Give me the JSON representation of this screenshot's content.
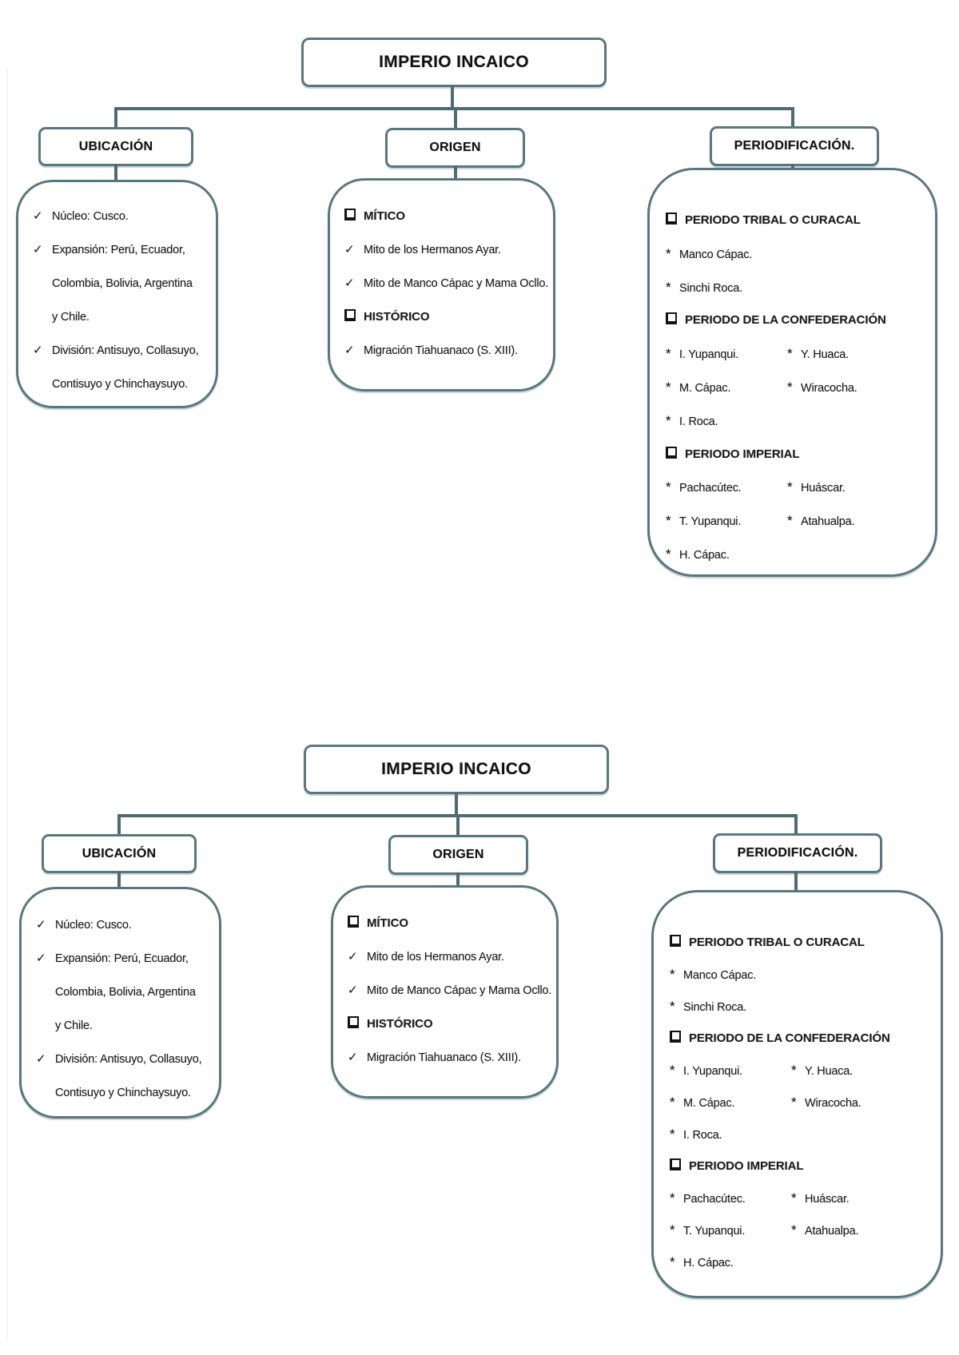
{
  "diagram": {
    "title": "IMPERIO INCAICO",
    "branches": [
      {
        "header": "UBICACIÓN",
        "items": [
          {
            "bullet": "check",
            "text": "Núcleo: Cusco."
          },
          {
            "bullet": "check",
            "text": "Expansión: Perú, Ecuador,"
          },
          {
            "bullet": "none",
            "text": "Colombia, Bolivia, Argentina"
          },
          {
            "bullet": "none",
            "text": "y Chile."
          },
          {
            "bullet": "check",
            "text": "División: Antisuyo, Collasuyo,"
          },
          {
            "bullet": "none",
            "text": "Contisuyo y Chinchaysuyo."
          }
        ]
      },
      {
        "header": "ORIGEN",
        "items": [
          {
            "bullet": "checkbox",
            "bold": true,
            "text": "MÍTICO"
          },
          {
            "bullet": "check",
            "text": "Mito de los Hermanos Ayar."
          },
          {
            "bullet": "check",
            "text": "Mito de Manco Cápac y Mama Ocllo."
          },
          {
            "bullet": "checkbox",
            "bold": true,
            "text": "HISTÓRICO"
          },
          {
            "bullet": "check",
            "text": "Migración Tiahuanaco (S. XIII)."
          }
        ]
      },
      {
        "header": "PERIODIFICACIÓN.",
        "items": [
          {
            "bullet": "checkbox",
            "bold": true,
            "text": "PERIODO TRIBAL O CURACAL"
          },
          {
            "bullet": "star",
            "text": "Manco Cápac."
          },
          {
            "bullet": "star",
            "text": "Sinchi Roca."
          },
          {
            "bullet": "checkbox",
            "bold": true,
            "text": "PERIODO DE LA CONFEDERACIÓN"
          },
          {
            "bullet": "star",
            "text": "I. Yupanqui.",
            "col2": {
              "bullet": "star",
              "text": "Y. Huaca."
            }
          },
          {
            "bullet": "star",
            "text": "M. Cápac.",
            "col2": {
              "bullet": "star",
              "text": "Wiracocha."
            }
          },
          {
            "bullet": "star",
            "text": "I. Roca."
          },
          {
            "bullet": "checkbox",
            "bold": true,
            "text": "PERIODO IMPERIAL"
          },
          {
            "bullet": "star",
            "text": "Pachacútec.",
            "col2": {
              "bullet": "star",
              "text": "Huáscar."
            }
          },
          {
            "bullet": "star",
            "text": "T. Yupanqui.",
            "col2": {
              "bullet": "star",
              "text": "Atahualpa."
            }
          },
          {
            "bullet": "star",
            "text": "H. Cápac."
          }
        ]
      }
    ]
  },
  "icons": {
    "check": "✓",
    "star": "*"
  },
  "colors": {
    "line": "#597780",
    "text": "#161616"
  }
}
